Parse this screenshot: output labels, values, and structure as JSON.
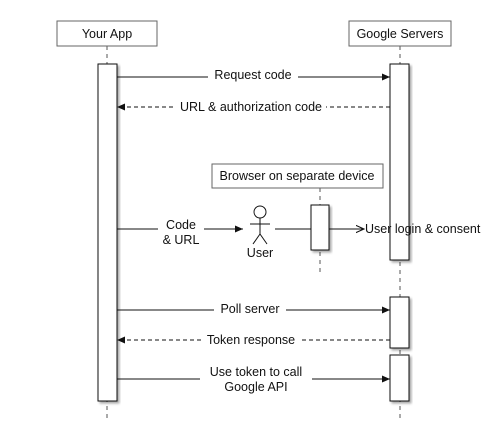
{
  "participants": {
    "app": "Your App",
    "google": "Google Servers",
    "browser": "Browser on separate device"
  },
  "actor": {
    "label": "User"
  },
  "messages": {
    "request_code": "Request code",
    "url_auth_code": "URL & authorization code",
    "code_url_line1": "Code",
    "code_url_line2": "& URL",
    "user_login": "User login & consent",
    "poll_server": "Poll server",
    "token_response": "Token response",
    "use_token_line1": "Use token to call",
    "use_token_line2": "Google API"
  }
}
